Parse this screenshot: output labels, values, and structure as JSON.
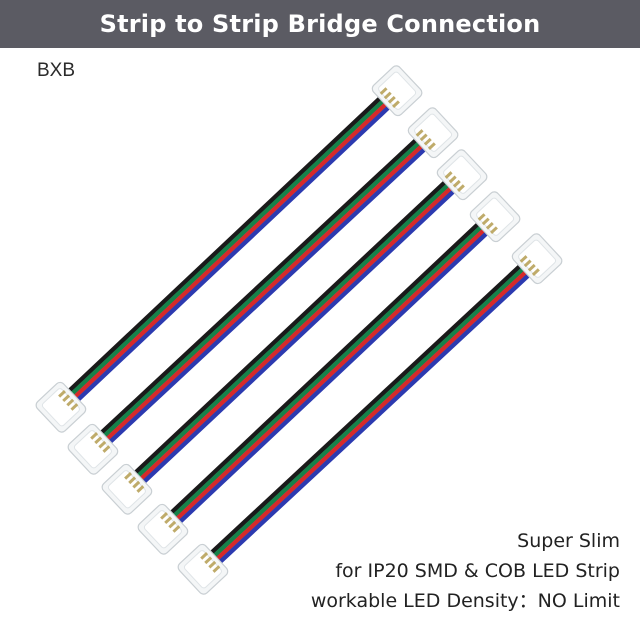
{
  "header": {
    "title": "Strip to Strip Bridge Connection",
    "bar_color": "#5b5b63"
  },
  "brand": {
    "label": "BXB"
  },
  "features": [
    "Super Slim",
    "for IP20 SMD & COB LED Strip",
    "workable LED Density：NO Limit"
  ],
  "product": {
    "connector_count": 5,
    "wire_colors": [
      "#1a1a1a",
      "#16824a",
      "#d62a2a",
      "#2c3ab0"
    ],
    "connector_color": "#f4f6f7",
    "pin_color": "#b8a25a"
  }
}
